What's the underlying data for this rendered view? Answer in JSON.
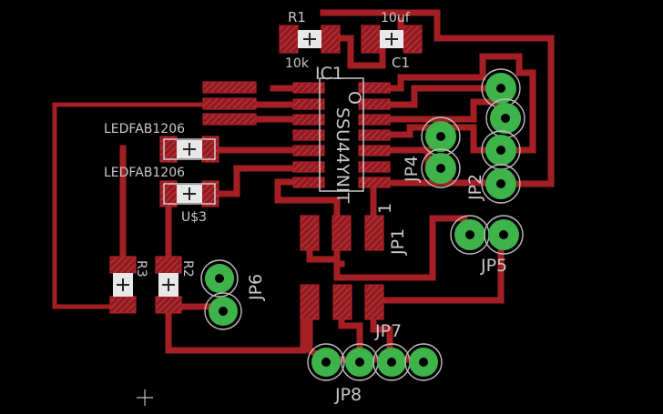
{
  "colors": {
    "background": "#000000",
    "trace": "#a31f24",
    "pad_ring": "#3eb34a",
    "silkscreen": "#c8c8c8"
  },
  "labels": {
    "r1": "R1",
    "r1_value": "10k",
    "c1": "C1",
    "c1_value": "10uf",
    "ic1": "IC1",
    "ic1_marker": "O",
    "ic1_part": "SSU44YNIT",
    "led_top": "LEDFAB1206",
    "led_bottom": "LEDFAB1206",
    "us3": "U$3",
    "r3": "R3",
    "r2": "R2",
    "jp1": "JP1",
    "jp1_pin": "1",
    "jp2": "JP2",
    "jp4": "JP4",
    "jp5": "JP5",
    "jp6": "JP6",
    "jp7": "JP7",
    "jp8": "JP8"
  }
}
